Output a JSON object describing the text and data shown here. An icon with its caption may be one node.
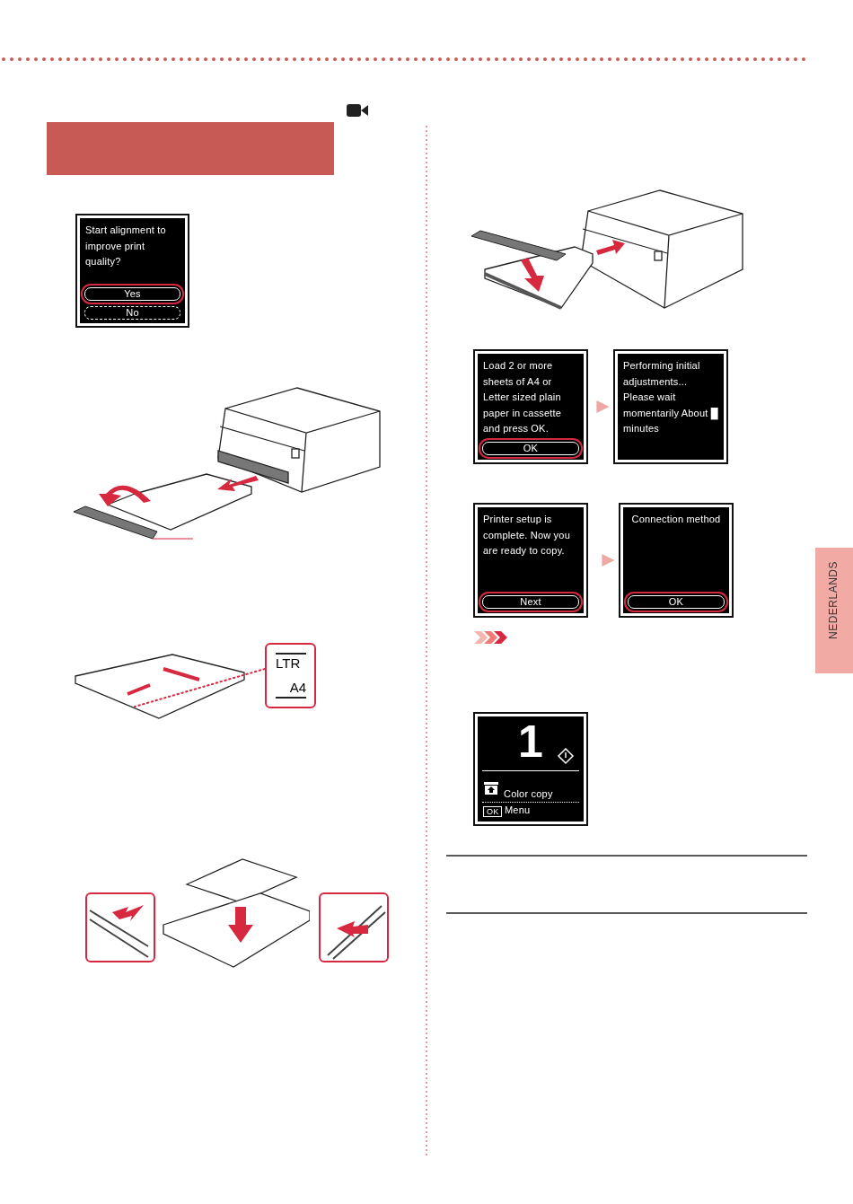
{
  "diagram": {
    "nodes": [
      {
        "text": [
          "Start alignment to improve print quality?",
          "Yes",
          "No"
        ]
      },
      {
        "text": [
          "Load 2 or more sheets of A4 or Letter sized plain paper in cassette and press OK.",
          "OK"
        ]
      },
      {
        "text": [
          "Performing initial adjustments... Please wait momentarily About █ minutes"
        ]
      },
      {
        "text": [
          "Printer setup is complete. Now you are ready to copy.",
          "Next"
        ]
      },
      {
        "text": [
          "Connection method",
          "OK"
        ]
      },
      {
        "text": [
          "1",
          "Color copy",
          "OK",
          "Menu"
        ]
      },
      {
        "text": [
          "LTR",
          "A4"
        ]
      }
    ],
    "edges": [
      {
        "from": 1,
        "to": 2,
        "arrow": "to"
      },
      {
        "from": 3,
        "to": 4,
        "arrow": "to"
      },
      {
        "from": 6,
        "to": null,
        "arrow": "none",
        "style": "dashed",
        "color": "#d6283f"
      }
    ],
    "labels": [
      "NEDERLANDS"
    ]
  }
}
